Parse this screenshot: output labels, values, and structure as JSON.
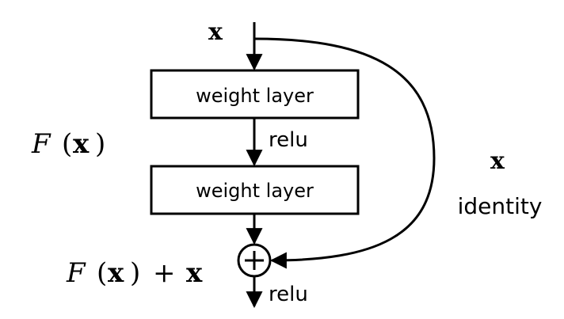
{
  "diagram": {
    "title": "Residual learning: a building block",
    "input_label": "x",
    "layers": [
      {
        "label": "weight layer"
      },
      {
        "label": "weight layer"
      }
    ],
    "activations": {
      "between_layers": "relu",
      "after_addition": "relu"
    },
    "residual_function_label": {
      "F": "F",
      "open": "(",
      "x": "x",
      "close": ")"
    },
    "sum_label": {
      "F": "F",
      "open": "(",
      "x": "x",
      "close": ")",
      "plus": "+",
      "x2": "x"
    },
    "shortcut": {
      "x_label": "x",
      "label": "identity"
    },
    "operator": {
      "symbol": "+",
      "type": "element-wise addition"
    },
    "colors": {
      "stroke": "#000000",
      "background": "#ffffff",
      "text": "#000000"
    }
  }
}
